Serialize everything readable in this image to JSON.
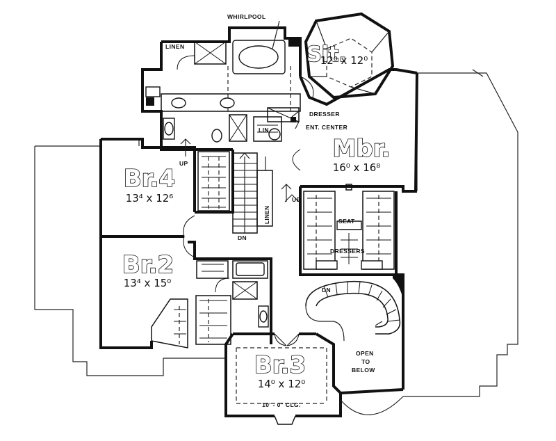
{
  "rooms": {
    "master": {
      "name": "Mbr.",
      "dims": "16⁰ x 16⁸"
    },
    "sitting": {
      "name": "Sit.",
      "dims": "12⁰ x 12⁰"
    },
    "br4": {
      "name": "Br.4",
      "dims": "13⁴ x 12⁶"
    },
    "br2": {
      "name": "Br.2",
      "dims": "13⁴ x 15⁰"
    },
    "br3": {
      "name": "Br.3",
      "dims": "14⁰ x 12⁰",
      "ceiling": "10' - 0\" CLG."
    }
  },
  "labels": {
    "whirlpool": "WHIRLPOOL",
    "linen_top": "LINEN",
    "dresser": "DRESSER",
    "ent_center": "ENT. CENTER",
    "lin": "LIN.",
    "linen_stair": "LINEN",
    "seat": "SEAT",
    "dressers": "DRESSERS",
    "up_left": "UP",
    "up_right": "UP",
    "dn_stair": "DN",
    "dn_curved": "DN",
    "open_line1": "OPEN",
    "open_line2": "TO",
    "open_line3": "BELOW"
  },
  "colors": {
    "line": "#111111",
    "background": "#ffffff"
  }
}
